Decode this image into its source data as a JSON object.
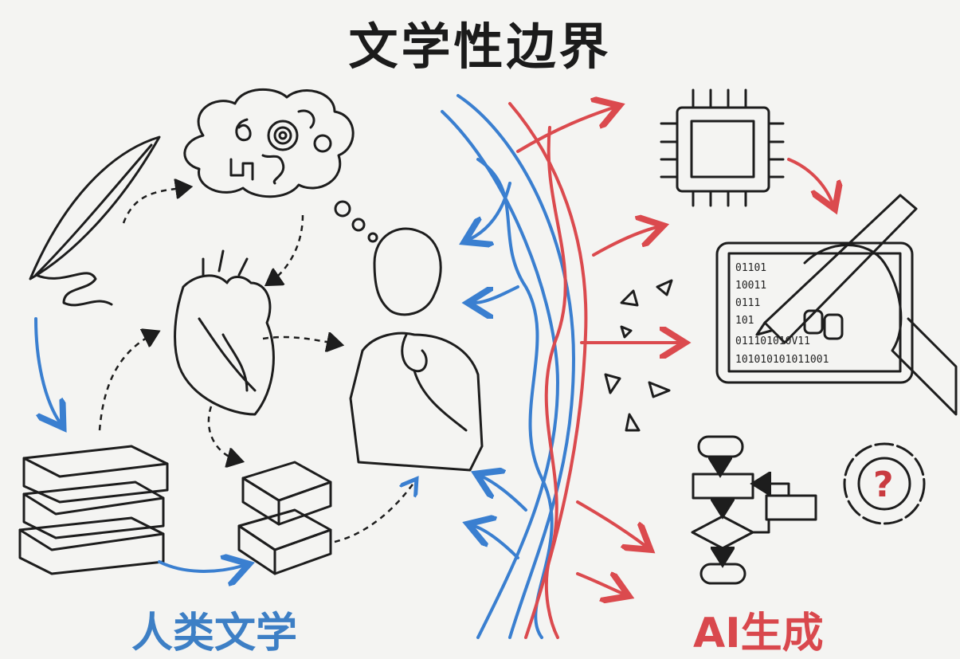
{
  "title": "文学性边界",
  "labels": {
    "human": "人类文学",
    "ai": "AI生成"
  },
  "binary_lines": [
    "01101",
    "10011",
    "0111",
    "101",
    "011101010V11",
    "101010101011001"
  ],
  "question_symbol": "?",
  "colors": {
    "human": "#3d7fc5",
    "ai": "#d9484d",
    "ink": "#1d1d1d",
    "background": "#f4f4f2"
  },
  "icons": [
    "feather-icon",
    "brain-cloud-icon",
    "heart-icon",
    "books-icon",
    "book-stack-icon",
    "thinking-person-icon",
    "chip-icon",
    "robot-hand-pen-icon",
    "laptop-icon",
    "flowchart-icon",
    "gear-question-icon",
    "shards-icon"
  ]
}
